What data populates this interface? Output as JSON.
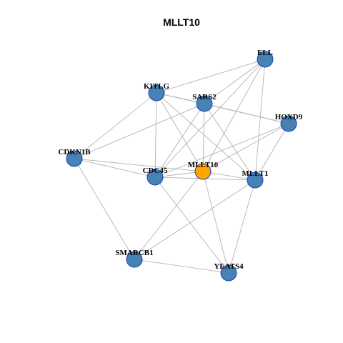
{
  "title": "MLLT10",
  "colors": {
    "node_default": "#4682b4",
    "node_focus": "#ffa500",
    "node_stroke": "#1f3fbf",
    "edge": "#aaaaaa"
  },
  "nodes": [
    {
      "id": "ELL",
      "label": "ELL",
      "focus": false
    },
    {
      "id": "KITLG",
      "label": "KITLG",
      "focus": false
    },
    {
      "id": "SARS2",
      "label": "SARS2",
      "focus": false
    },
    {
      "id": "HOXD9",
      "label": "HOXD9",
      "focus": false
    },
    {
      "id": "CDKN1B",
      "label": "CDKN1B",
      "focus": false
    },
    {
      "id": "CDC45",
      "label": "CDC45",
      "focus": false
    },
    {
      "id": "MLLT10",
      "label": "MLLT10",
      "focus": true
    },
    {
      "id": "MLLT1",
      "label": "MLLT1",
      "focus": false
    },
    {
      "id": "SMARCB1",
      "label": "SMARCB1",
      "focus": false
    },
    {
      "id": "YEATS4",
      "label": "YEATS4",
      "focus": false
    }
  ],
  "edges": [
    [
      "ELL",
      "KITLG"
    ],
    [
      "ELL",
      "SARS2"
    ],
    [
      "ELL",
      "CDC45"
    ],
    [
      "ELL",
      "MLLT10"
    ],
    [
      "ELL",
      "MLLT1"
    ],
    [
      "KITLG",
      "SARS2"
    ],
    [
      "KITLG",
      "HOXD9"
    ],
    [
      "KITLG",
      "CDKN1B"
    ],
    [
      "KITLG",
      "CDC45"
    ],
    [
      "KITLG",
      "MLLT10"
    ],
    [
      "KITLG",
      "MLLT1"
    ],
    [
      "SARS2",
      "HOXD9"
    ],
    [
      "SARS2",
      "CDKN1B"
    ],
    [
      "SARS2",
      "CDC45"
    ],
    [
      "SARS2",
      "MLLT10"
    ],
    [
      "SARS2",
      "MLLT1"
    ],
    [
      "HOXD9",
      "CDC45"
    ],
    [
      "HOXD9",
      "MLLT10"
    ],
    [
      "HOXD9",
      "MLLT1"
    ],
    [
      "CDKN1B",
      "CDC45"
    ],
    [
      "CDKN1B",
      "MLLT10"
    ],
    [
      "CDKN1B",
      "SMARCB1"
    ],
    [
      "CDC45",
      "MLLT10"
    ],
    [
      "CDC45",
      "MLLT1"
    ],
    [
      "CDC45",
      "YEATS4"
    ],
    [
      "MLLT10",
      "MLLT1"
    ],
    [
      "MLLT10",
      "SMARCB1"
    ],
    [
      "MLLT10",
      "YEATS4"
    ],
    [
      "MLLT1",
      "SMARCB1"
    ],
    [
      "MLLT1",
      "YEATS4"
    ],
    [
      "SMARCB1",
      "YEATS4"
    ]
  ]
}
